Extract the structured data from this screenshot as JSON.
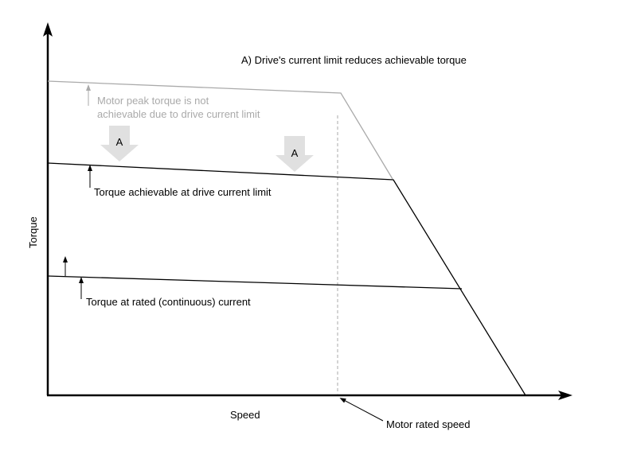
{
  "title": "A) Drive's current limit reduces achievable torque",
  "axes": {
    "x_label": "Speed",
    "y_label": "Torque"
  },
  "annotations": {
    "peak_line_1": "Motor peak torque is not",
    "peak_line_2": "achievable due to drive current limit",
    "current_limit": "Torque achievable at drive current limit",
    "rated_current": "Torque at rated (continuous) current",
    "rated_speed": "Motor rated speed",
    "marker_a": "A"
  },
  "colors": {
    "line": "#000000",
    "peak": "#aaaaaa",
    "marker": "#e0e0e0",
    "dashed": "#aaaaaa"
  }
}
